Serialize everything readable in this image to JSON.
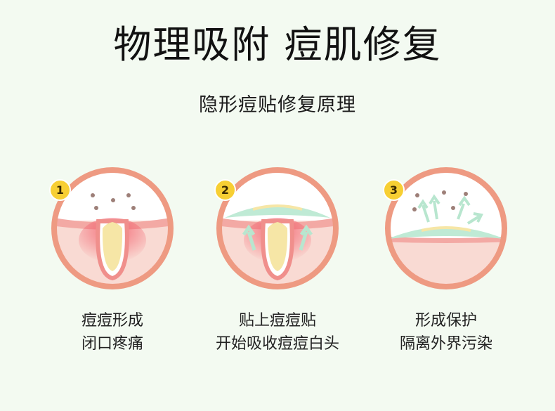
{
  "header": {
    "title": "物理吸附 痘肌修复",
    "subtitle": "隐形痘贴修复原理"
  },
  "steps": [
    {
      "number": "1",
      "line1": "痘痘形成",
      "line2": "闭口疼痛"
    },
    {
      "number": "2",
      "line1": "贴上痘痘贴",
      "line2": "开始吸收痘痘白头"
    },
    {
      "number": "3",
      "line1": "形成保护",
      "line2": "隔离外界污染"
    }
  ],
  "colors": {
    "background": "#f3faf1",
    "ring": "#ee9a82",
    "skin": "#f9dbd4",
    "patch": "#bfead5",
    "pus": "#f6e6a6",
    "badge": "#f7cf33"
  }
}
